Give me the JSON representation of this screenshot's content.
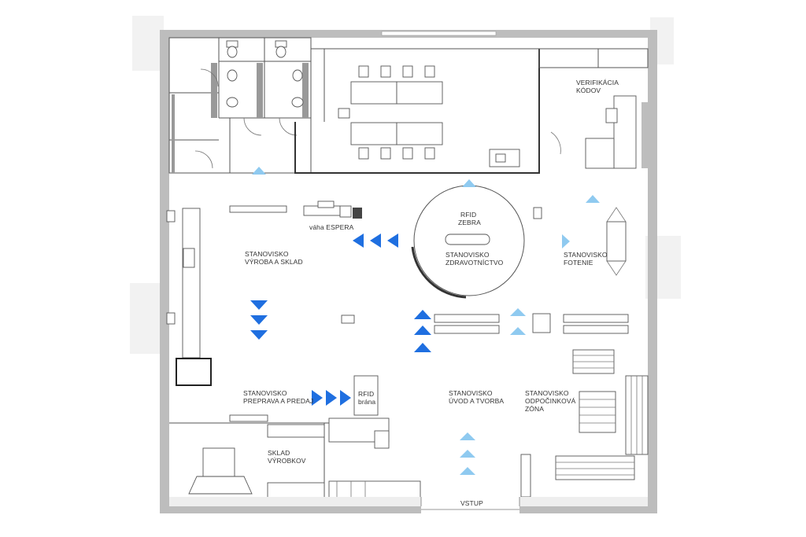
{
  "colors": {
    "arrow_dark": "#1f6fe0",
    "arrow_light": "#8fcaf0",
    "wall": "#bdbdbd",
    "ink": "#555555"
  },
  "labels": {
    "verifikacia": [
      "VERIFIKÁCIA",
      "KÓDOV"
    ],
    "rfid_zebra": [
      "RFID",
      "ZEBRA"
    ],
    "vaha": "váha ESPERA",
    "vyroba": [
      "STANOVISKO",
      "VÝROBA A SKLAD"
    ],
    "zdravotnictvo": [
      "STANOVISKO",
      "ZDRAVOTNÍCTVO"
    ],
    "fotenie": [
      "STANOVISKO",
      "FOTENIE"
    ],
    "preprava": [
      "STANOVISKO",
      "PREPRAVA A PREDAJ"
    ],
    "rfid_brana": [
      "RFID",
      "brána"
    ],
    "uvod": [
      "STANOVISKO",
      "ÚVOD A TVORBA"
    ],
    "odpocinkova": [
      "STANOVISKO",
      "ODPOČINKOVÁ",
      "ZÓNA"
    ],
    "sklad": [
      "SKLAD",
      "VÝROBKOV"
    ],
    "vstup": "VSTUP"
  },
  "icons": [
    "arrow-left-icon",
    "arrow-down-icon",
    "arrow-up-icon",
    "arrow-right-icon",
    "toilet-icon",
    "chair-icon",
    "sink-icon"
  ]
}
